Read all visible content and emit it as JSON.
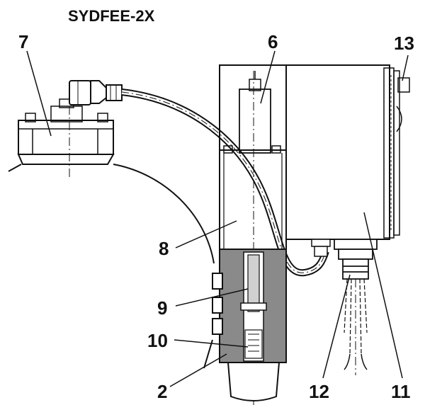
{
  "title": "SYDFEE-2X",
  "callouts": {
    "c2": "2",
    "c6": "6",
    "c7": "7",
    "c8": "8",
    "c9": "9",
    "c10": "10",
    "c11": "11",
    "c12": "12",
    "c13": "13"
  },
  "colors": {
    "ink": "#111111",
    "background": "#ffffff"
  }
}
